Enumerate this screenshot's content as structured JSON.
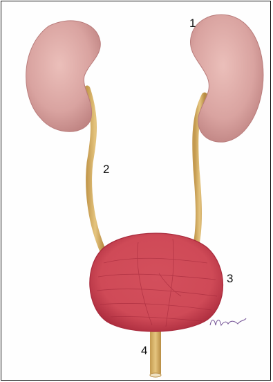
{
  "labels": {
    "kidney": "1",
    "ureter": "2",
    "bladder": "3",
    "urethra": "4"
  },
  "colors": {
    "kidney": "#d9a3a0",
    "kidney_shadow": "#b97c7b",
    "ureter": "#d8b56c",
    "bladder": "#cf4a57",
    "bladder_dark": "#a92a3c",
    "urethra": "#d7ae62"
  },
  "signature_text": "M.Lorena"
}
